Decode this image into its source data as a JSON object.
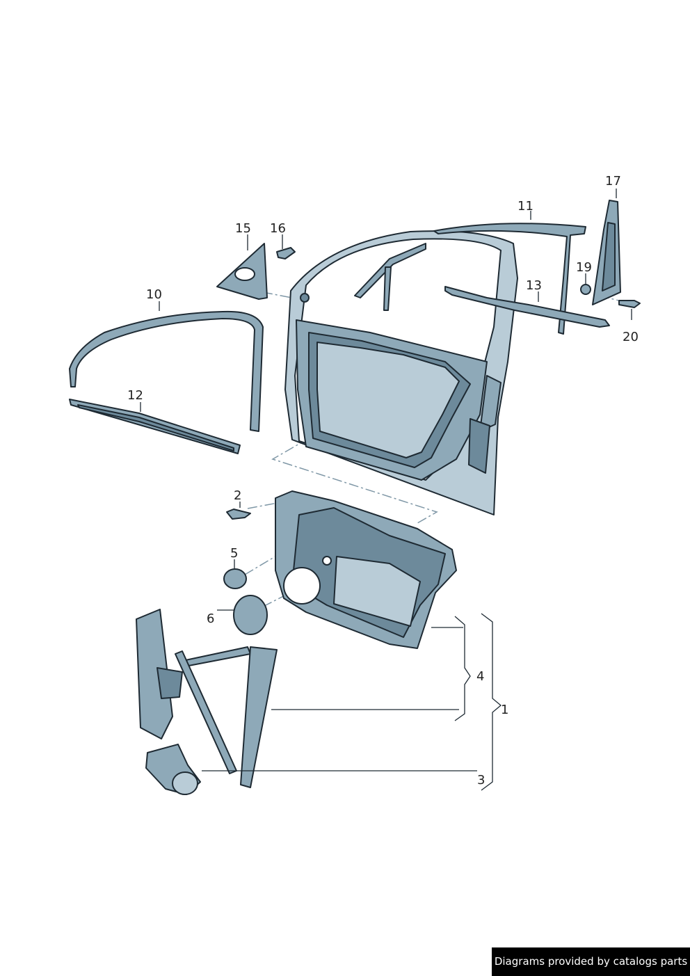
{
  "callouts": {
    "c1": "1",
    "c2": "2",
    "c3": "3",
    "c4": "4",
    "c5": "5",
    "c6": "6",
    "c10": "10",
    "c11": "11",
    "c12": "12",
    "c13": "13",
    "c15": "15",
    "c16": "16",
    "c17": "17",
    "c19": "19",
    "c20": "20"
  },
  "credit": "Diagrams provided by catalogs parts",
  "colors": {
    "part_fill": "#8ea9b8",
    "outline": "#1e2a33",
    "dash": "#7f97a6"
  }
}
